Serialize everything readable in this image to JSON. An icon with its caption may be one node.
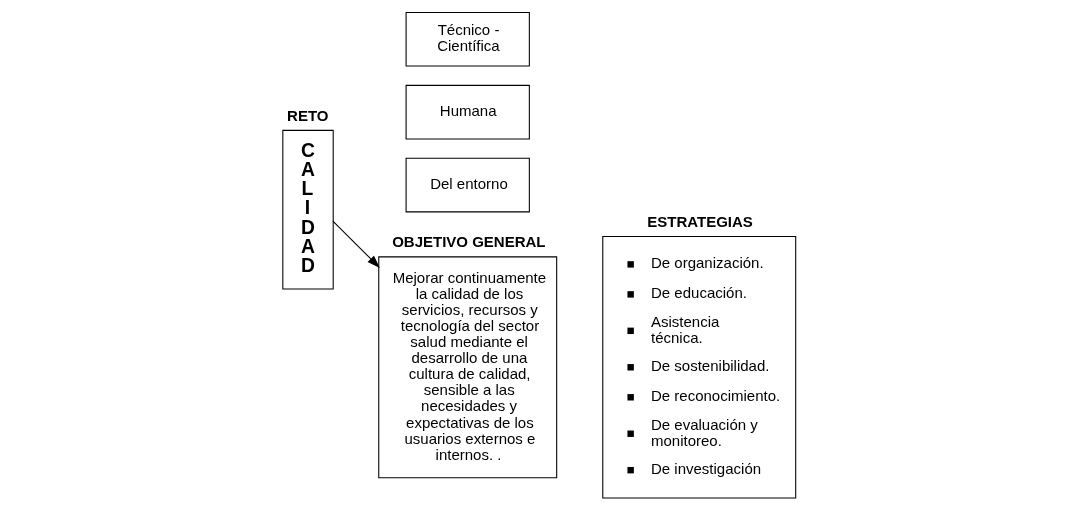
{
  "diagram": {
    "nodes": [
      {
        "text": [
          "RETO",
          "C A L I D A D"
        ]
      },
      {
        "text": [
          "Técnico - Científica"
        ]
      },
      {
        "text": [
          "Humana"
        ]
      },
      {
        "text": [
          "Del entorno"
        ]
      },
      {
        "text": [
          "OBJETIVO GENERAL",
          "Mejorar continuamente la calidad de los servicios, recursos y tecnología del sector salud mediante el desarrollo de una cultura de calidad, sensible a las necesidades y expectativas de los usuarios externos e internos. ."
        ]
      },
      {
        "text": [
          "ESTRATEGIAS",
          "De organización.",
          "De educación.",
          "Asistencia técnica.",
          "De sostenibilidad.",
          "De reconocimiento.",
          "De evaluación y monitoreo.",
          "De investigación"
        ]
      }
    ],
    "edges": [
      {
        "from": 0,
        "to": 4,
        "arrow": "to"
      }
    ]
  }
}
